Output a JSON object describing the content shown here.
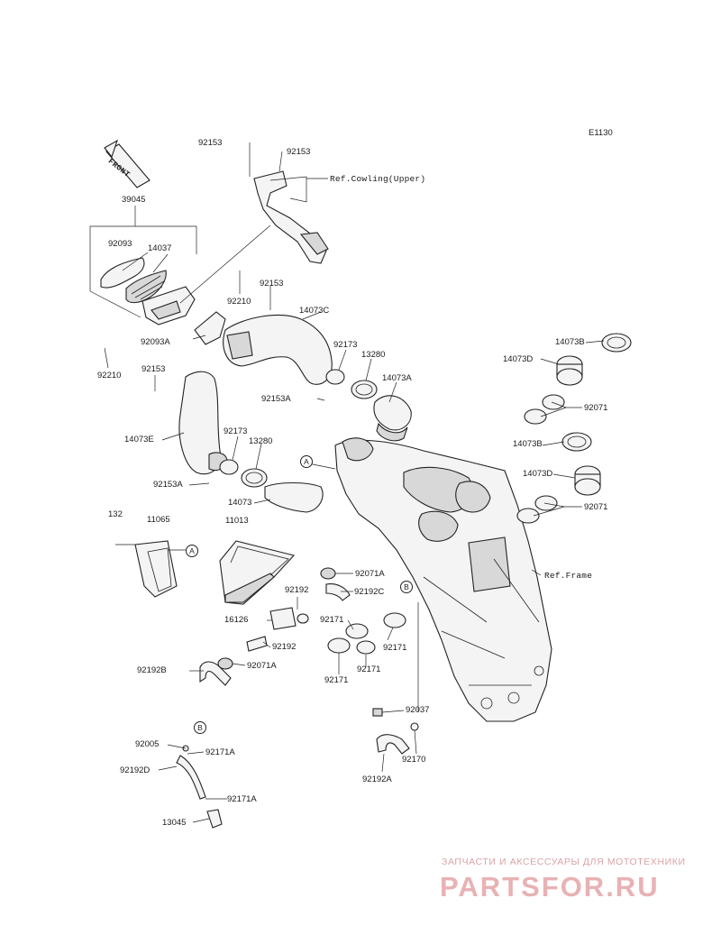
{
  "diagram_code": "E1130",
  "front_label": "FRONT",
  "refs": {
    "cowling": "Ref.Cowling(Upper)",
    "frame": "Ref.Frame"
  },
  "callouts": {
    "a": "A",
    "b": "B"
  },
  "parts": {
    "p39045": "39045",
    "p92093": "92093",
    "p14037": "14037",
    "p92153_top_left": "92153",
    "p92153_top_right": "92153",
    "p92210_mid": "92210",
    "p92153_mid": "92153",
    "p92093A": "92093A",
    "p92210_low": "92210",
    "p92153_left": "92153",
    "p14073C": "14073C",
    "p92173_upper": "92173",
    "p13280_upper": "13280",
    "p14073A": "14073A",
    "p92153A_upper": "92153A",
    "p14073E": "14073E",
    "p92173_lower": "92173",
    "p13280_lower": "13280",
    "p92153A_lower": "92153A",
    "p14073": "14073",
    "p14073B_top": "14073B",
    "p14073D_top": "14073D",
    "p92071_top": "92071",
    "p14073B_mid": "14073B",
    "p14073D_mid": "14073D",
    "p92071_mid": "92071",
    "p132": "132",
    "p11065": "11065",
    "p11013": "11013",
    "p92071A_upper": "92071A",
    "p92192": "92192",
    "p92192C": "92192C",
    "p16126": "16126",
    "p92192_lower": "92192",
    "p92192B": "92192B",
    "p92071A_lower": "92071A",
    "p92171_a": "92171",
    "p92171_b": "92171",
    "p92171_c": "92171",
    "p92171_d": "92171",
    "p92037": "92037",
    "p92170": "92170",
    "p92192A": "92192A",
    "p92005": "92005",
    "p92171A_upper": "92171A",
    "p92192D": "92192D",
    "p92171A_lower": "92171A",
    "p13045": "13045"
  },
  "watermark": {
    "tagline": "ЗАПЧАСТИ И АКСЕССУАРЫ ДЛЯ МОТОТЕХНИКИ",
    "brand": "PARTSFOR.RU"
  },
  "colors": {
    "line": "#222222",
    "watermark": "#e8b2b4"
  }
}
